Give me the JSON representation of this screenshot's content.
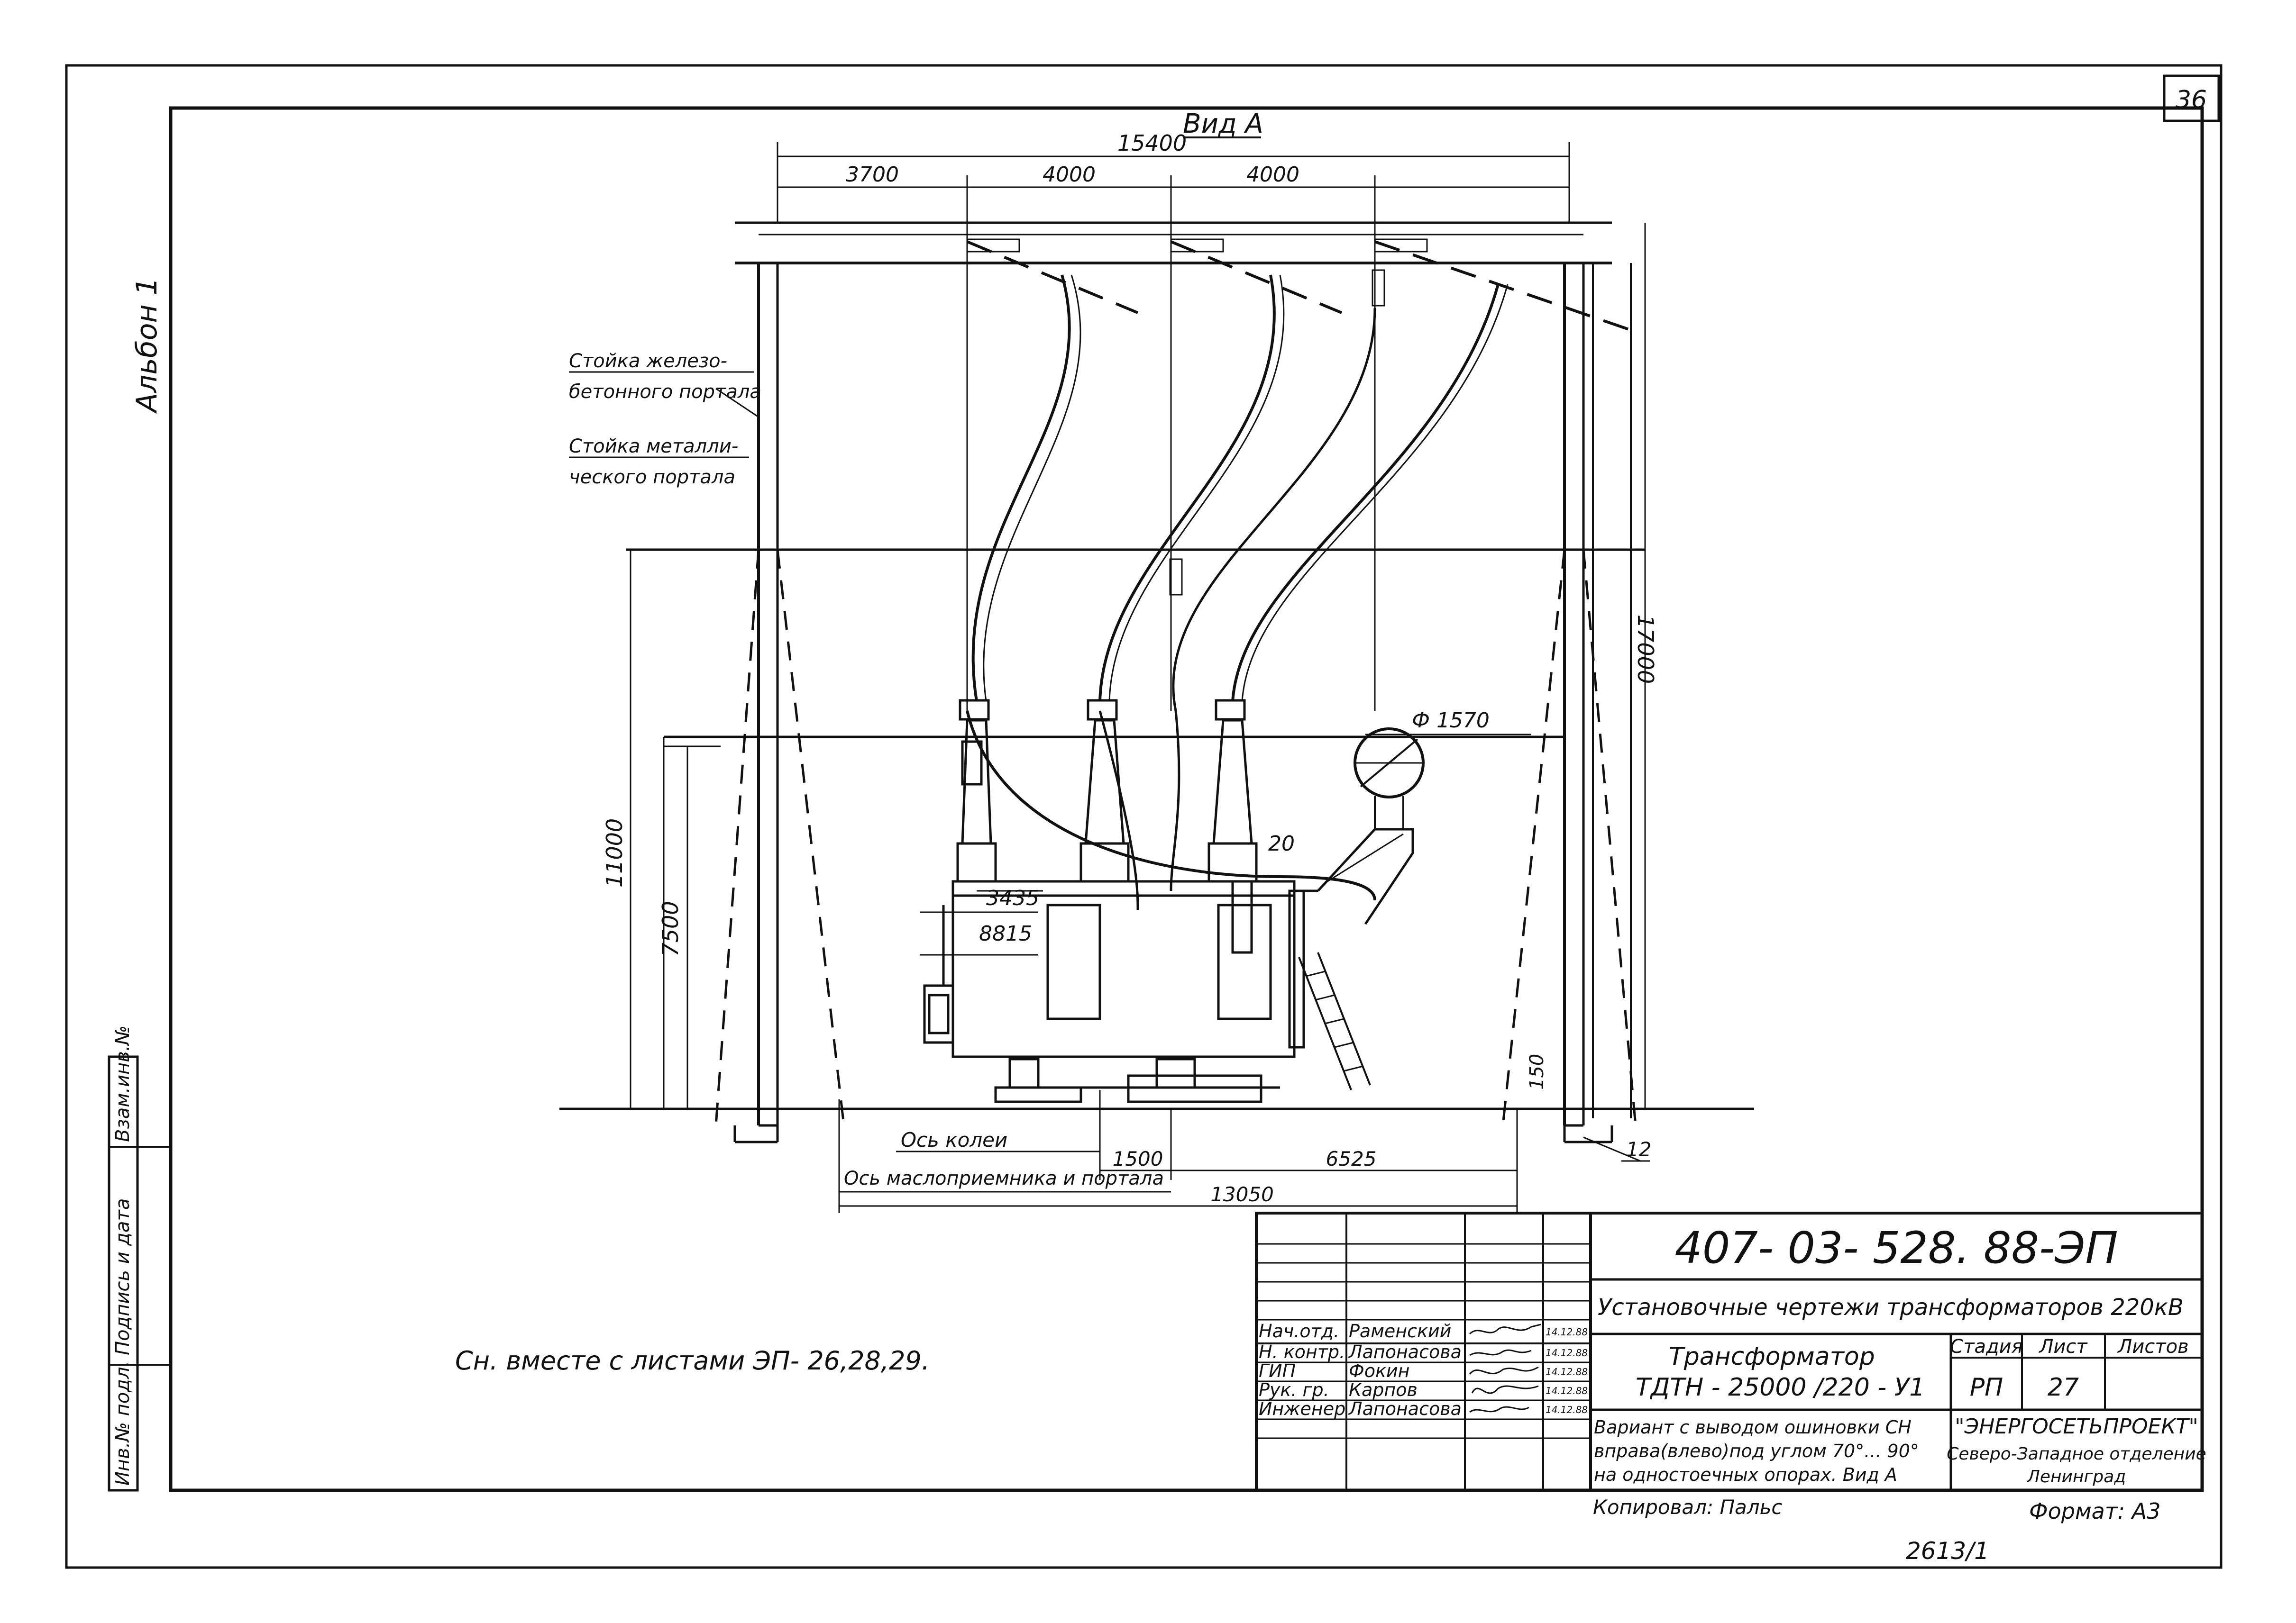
{
  "sheet": {
    "corner_number": "36",
    "album_label": "Альбон 1",
    "view_title": "Вид А",
    "note": "Сн. вместе  с листами  ЭП- 26,28,29.",
    "copied_by": "Копировал: Пальс",
    "format": "Формат: А3",
    "bottom_number": "2613/1"
  },
  "dimensions": {
    "total_width": "15400",
    "d1": "3700",
    "d2": "4000",
    "d3": "4000",
    "height_17000": "17000",
    "height_11000": "11000",
    "height_7500": "7500",
    "diameter": "Ф 1570",
    "d_20": "20",
    "d_3435": "3435",
    "d_8815": "8815",
    "d_150": "150",
    "d_12": "12",
    "d_1500": "1500",
    "d_6525": "6525",
    "d_13050": "13050"
  },
  "callouts": {
    "rc_post_1": "Стойка железо-",
    "rc_post_2": "бетонного портала",
    "steel_post_1": "Стойка металли-",
    "steel_post_2": "ческого портала",
    "track_axis": "Ось колеи",
    "receiver_axis": "Ось маслоприемника и портала"
  },
  "left_strip": {
    "inv_podl": "Инв.№ подл.",
    "sign_date": "Подпись и дата",
    "vzam": "Взам.инв.№"
  },
  "title_block": {
    "code": "407- 03- 528. 88-ЭП",
    "project_title": "Установочные чертежи трансформаторов 220кВ",
    "drawing_title_1": "Трансформатор",
    "drawing_title_2": "ТДТН - 25000 /220 - У1",
    "stage_header": "Стадия",
    "sheet_header": "Лист",
    "sheets_header": "Листов",
    "stage": "РП",
    "sheet": "27",
    "variant_1": "Вариант с выводом ошиновки СН",
    "variant_2": "вправа(влево)под углом 70°... 90°",
    "variant_3": "на одностоечных опорах. Вид А",
    "org_1": "\"ЭНЕРГОСЕТЬПРОЕКТ\"",
    "org_2": "Северо-Западное отделение",
    "org_3": "Ленинград",
    "rows": [
      {
        "role": "Нач.отд.",
        "name": "Раменский",
        "date": "14.12.88"
      },
      {
        "role": "Н. контр.",
        "name": "Лапонасова",
        "date": "14.12.88"
      },
      {
        "role": "ГИП",
        "name": "Фокин",
        "date": "14.12.88"
      },
      {
        "role": "Рук. гр.",
        "name": "Карпов",
        "date": "14.12.88"
      },
      {
        "role": "Инженер",
        "name": "Лапонасова",
        "date": "14.12.88"
      }
    ]
  }
}
